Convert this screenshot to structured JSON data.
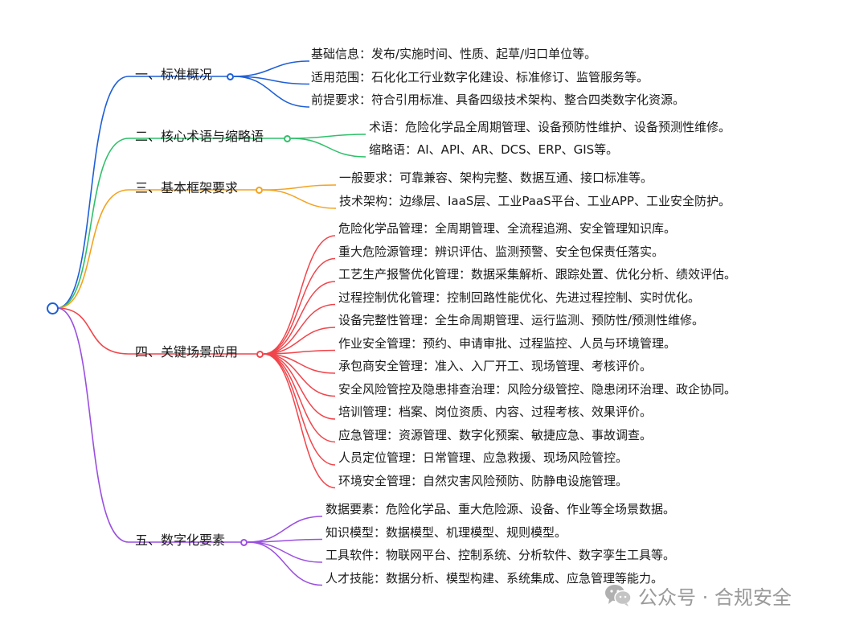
{
  "root": {
    "color": "#1f5fd6"
  },
  "categories": [
    {
      "title": "一、标准概况",
      "color": "#1f5fd6",
      "items": [
        "基础信息：发布/实施时间、性质、起草/归口单位等。",
        "适用范围：石化化工行业数字化建设、标准修订、监管服务等。",
        "前提要求：符合引用标准、具备四级技术架构、整合四类数字化资源。"
      ]
    },
    {
      "title": "二、核心术语与缩略语",
      "color": "#2fc06a",
      "items": [
        "术语：危险化学品全周期管理、设备预防性维护、设备预测性维修。",
        "缩略语：AI、API、AR、DCS、ERP、GIS等。"
      ]
    },
    {
      "title": "三、基本框架要求",
      "color": "#f3a21e",
      "items": [
        "一般要求：可靠兼容、架构完整、数据互通、接口标准等。",
        "技术架构：边缘层、IaaS层、工业PaaS平台、工业APP、工业安全防护。"
      ]
    },
    {
      "title": "四、关键场景应用",
      "color": "#f0454b",
      "items": [
        "危险化学品管理：全周期管理、全流程追溯、安全管理知识库。",
        "重大危险源管理：辨识评估、监测预警、安全包保责任落实。",
        "工艺生产报警优化管理：数据采集解析、跟踪处置、优化分析、绩效评估。",
        "过程控制优化管理：控制回路性能优化、先进过程控制、实时优化。",
        "设备完整性管理：全生命周期管理、运行监测、预防性/预测性维修。",
        "作业安全管理：预约、申请审批、过程监控、人员与环境管理。",
        "承包商安全管理：准入、入厂开工、现场管理、考核评价。",
        "安全风险管控及隐患排查治理：风险分级管控、隐患闭环治理、政企协同。",
        "培训管理：档案、岗位资质、内容、过程考核、效果评价。",
        "应急管理：资源管理、数字化预案、敏捷应急、事故调查。",
        "人员定位管理：日常管理、应急救援、现场风险管控。",
        "环境安全管理：自然灾害风险预防、防静电设施管理。"
      ]
    },
    {
      "title": "五、数字化要素",
      "color": "#9a4fe0",
      "items": [
        "数据要素：危险化学品、重大危险源、设备、作业等全场景数据。",
        "知识模型：数据模型、机理模型、规则模型。",
        "工具软件：物联网平台、控制系统、分析软件、数字孪生工具等。",
        "人才技能：数据分析、模型构建、系统集成、应急管理等能力。"
      ]
    }
  ],
  "watermark": {
    "text": "公众号 · 合规安全",
    "icon": "wechat-icon"
  }
}
